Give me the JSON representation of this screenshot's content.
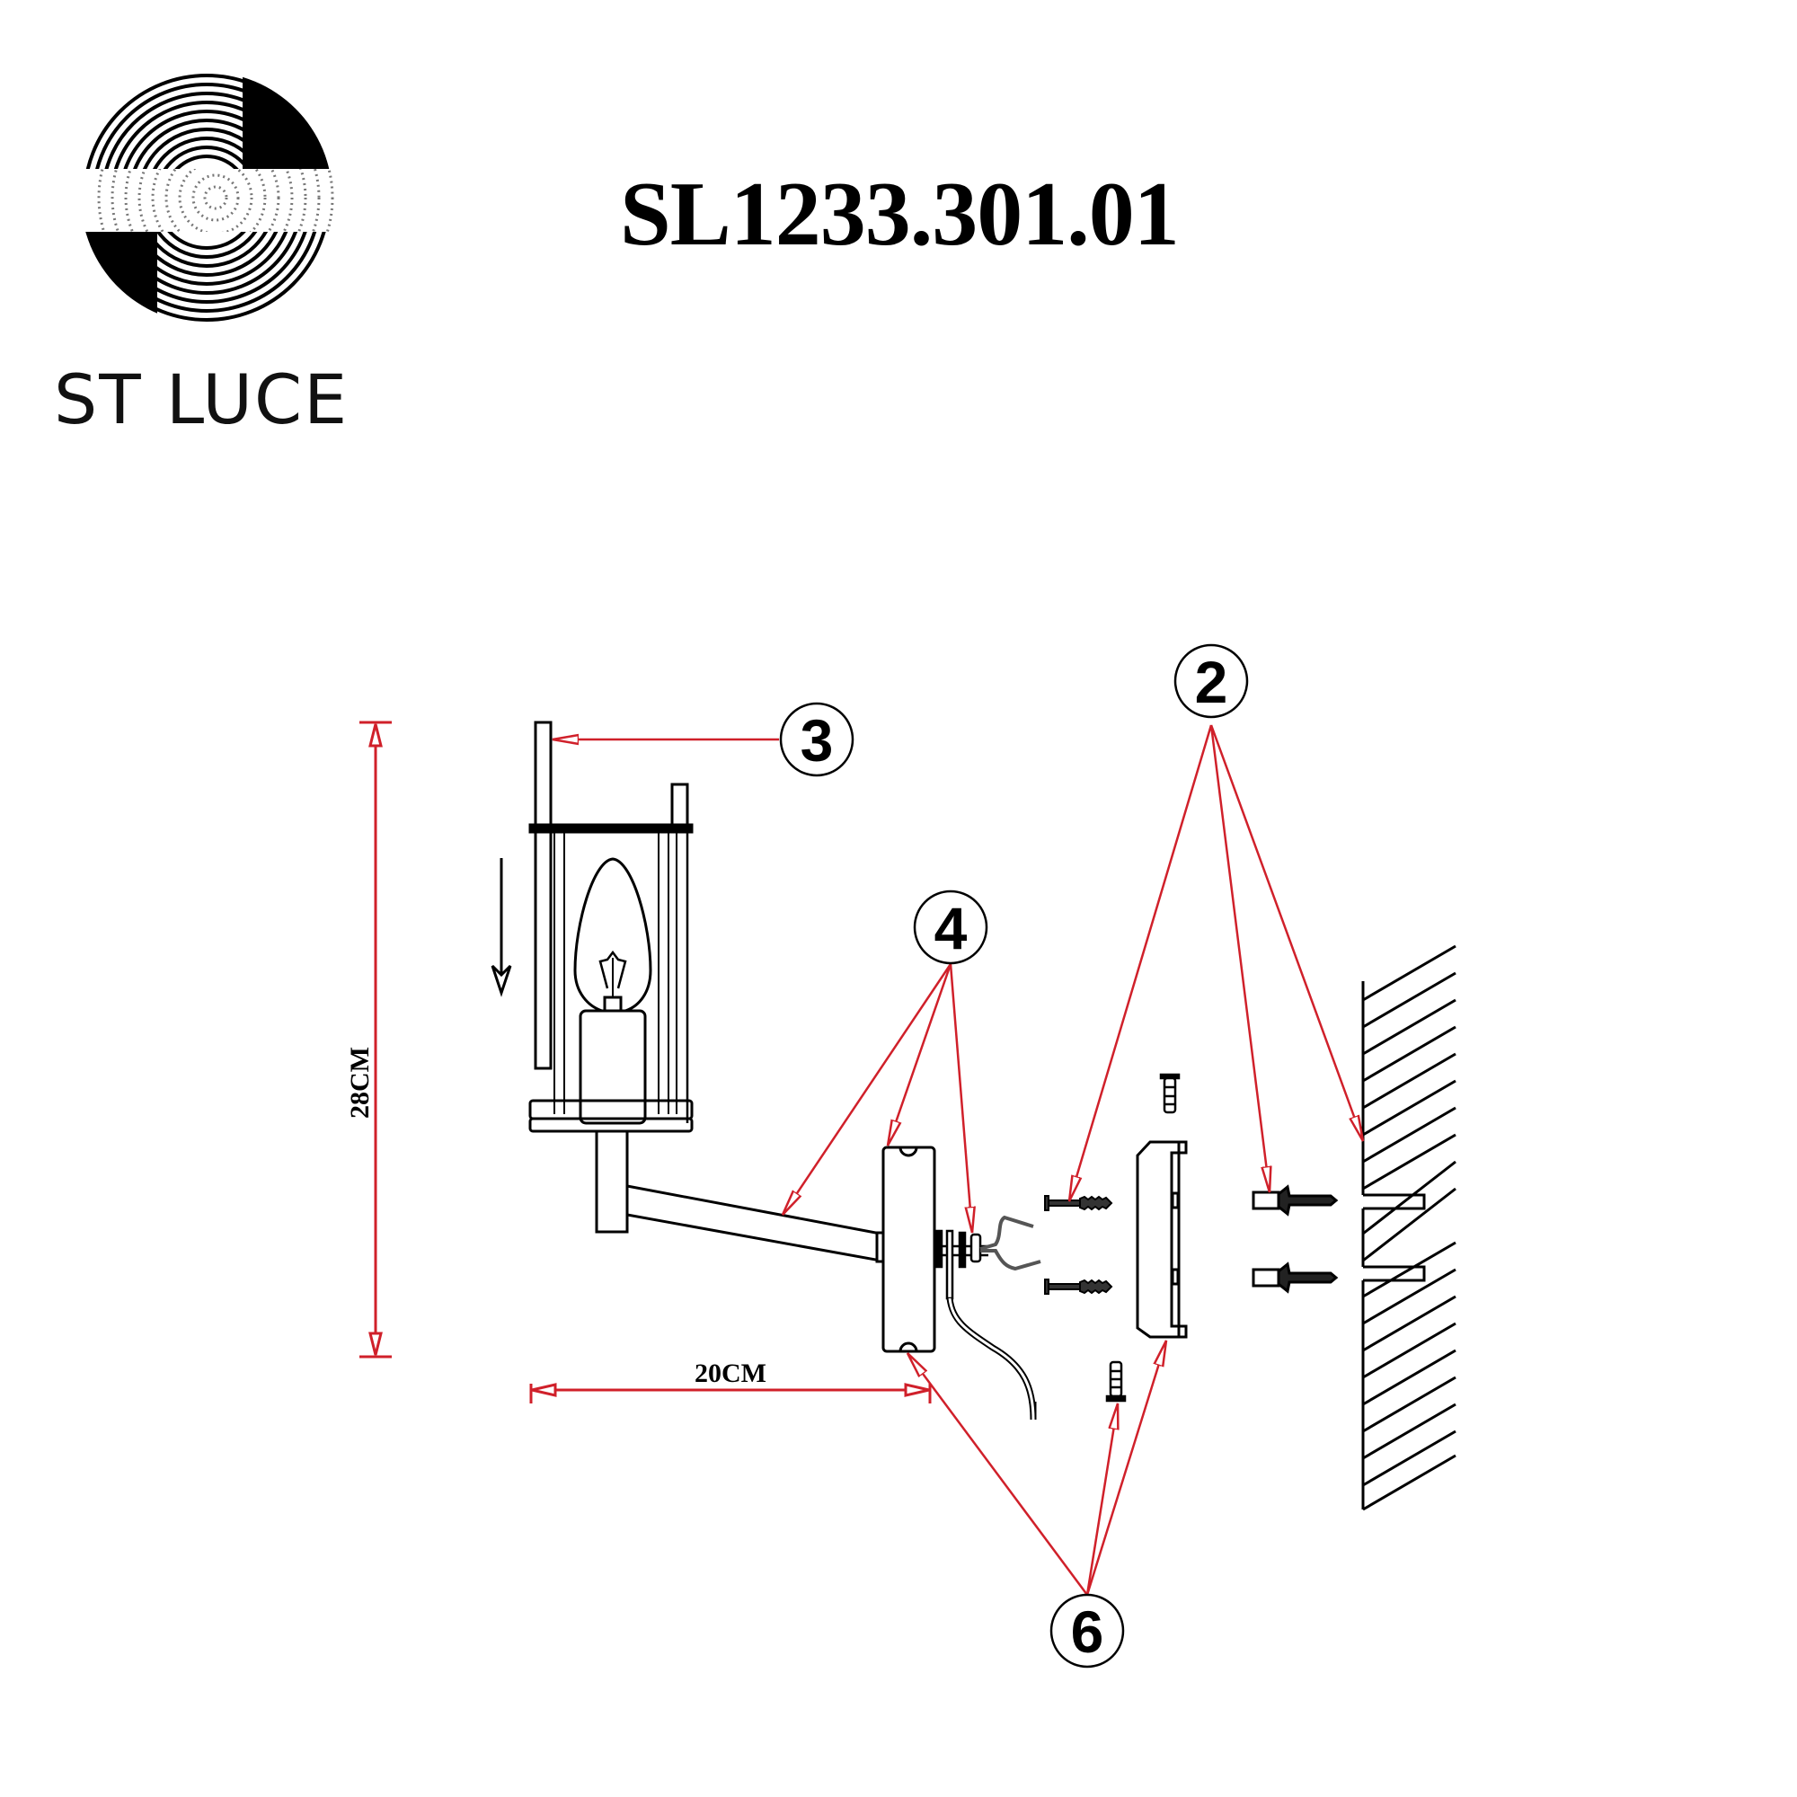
{
  "brand": {
    "name": "ST LUCE",
    "logo_icon": "concentric-circles-s-logo-icon"
  },
  "product": {
    "model_number": "SL1233.301.01"
  },
  "dimensions": {
    "height_label": "28CM",
    "width_label": "20CM"
  },
  "callouts": [
    {
      "number": "2",
      "target": "wall anchors, screws and wall"
    },
    {
      "number": "3",
      "target": "lamp shade / frame"
    },
    {
      "number": "4",
      "target": "arm, backplate and wire connector"
    },
    {
      "number": "6",
      "target": "backplate, bracket and fixing screws"
    }
  ],
  "colors": {
    "leader_line": "#d0202a",
    "line_art": "#000000",
    "background": "#ffffff"
  },
  "icons": {
    "install_direction": "arrow-down-icon"
  }
}
